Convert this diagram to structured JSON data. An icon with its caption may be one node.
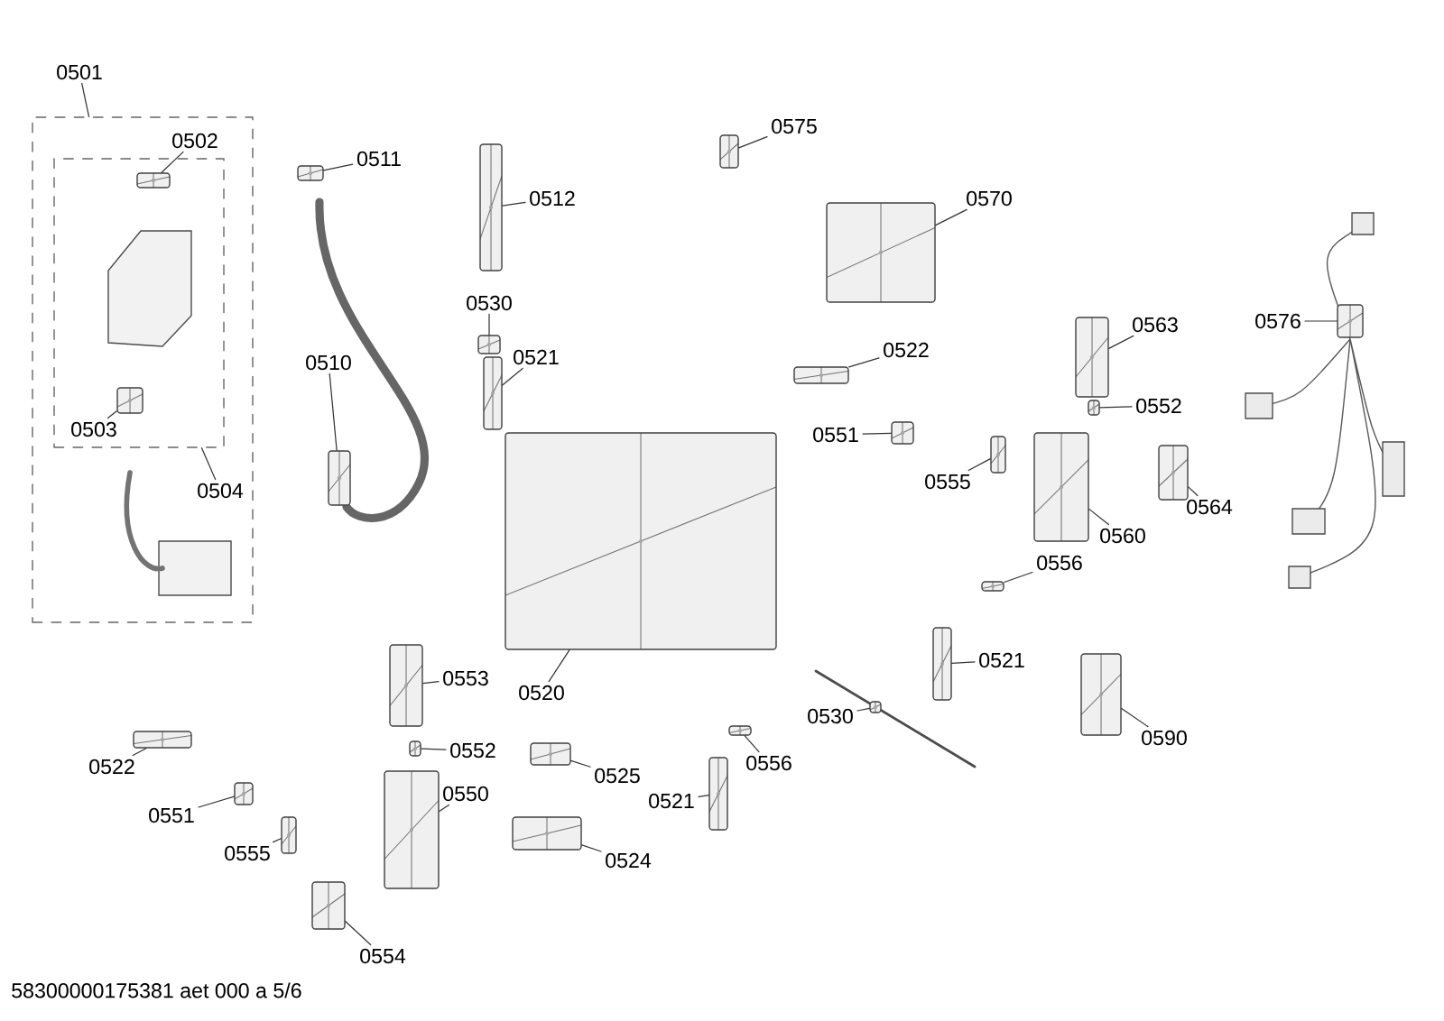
{
  "diagram": {
    "nodes": [
      {
        "text": [
          "0501"
        ]
      },
      {
        "text": [],
        "shape": "box"
      },
      {
        "text": [
          "0504"
        ],
        "in": 1
      },
      {
        "text": [],
        "shape": "box",
        "in": 1
      },
      {
        "text": [
          "0502"
        ],
        "in": 1
      },
      {
        "text": [],
        "shape": "picture",
        "in": 3
      },
      {
        "text": [
          "0503"
        ],
        "in": 3
      },
      {
        "text": [],
        "shape": "picture",
        "in": 3
      },
      {
        "text": [
          "0511"
        ]
      },
      {
        "text": [],
        "shape": "picture"
      },
      {
        "text": [
          "0510"
        ]
      },
      {
        "text": [],
        "shape": "picture"
      },
      {
        "text": [
          "0512"
        ]
      },
      {
        "text": [],
        "shape": "picture"
      },
      {
        "text": [
          "0530"
        ]
      },
      {
        "text": [],
        "shape": "picture"
      },
      {
        "text": [
          "0521"
        ]
      },
      {
        "text": [],
        "shape": "picture"
      },
      {
        "text": [
          "0575"
        ]
      },
      {
        "text": [],
        "shape": "picture"
      },
      {
        "text": [
          "0570"
        ]
      },
      {
        "text": [],
        "shape": "picture"
      },
      {
        "text": [
          "0522"
        ]
      },
      {
        "text": [],
        "shape": "picture"
      },
      {
        "text": [
          "0551"
        ]
      },
      {
        "text": [],
        "shape": "picture"
      },
      {
        "text": [
          "0555"
        ]
      },
      {
        "text": [],
        "shape": "picture"
      },
      {
        "text": [
          "0563"
        ]
      },
      {
        "text": [],
        "shape": "picture"
      },
      {
        "text": [
          "0552"
        ]
      },
      {
        "text": [],
        "shape": "picture"
      },
      {
        "text": [
          "0560"
        ]
      },
      {
        "text": [],
        "shape": "picture"
      },
      {
        "text": [
          "0564"
        ]
      },
      {
        "text": [],
        "shape": "picture"
      },
      {
        "text": [
          "0576"
        ]
      },
      {
        "text": [],
        "shape": "picture"
      },
      {
        "text": [
          "0556"
        ]
      },
      {
        "text": [],
        "shape": "picture"
      },
      {
        "text": [
          "0521"
        ]
      },
      {
        "text": [],
        "shape": "picture"
      },
      {
        "text": [
          "0590"
        ]
      },
      {
        "text": [],
        "shape": "picture"
      },
      {
        "text": [
          "0530"
        ]
      },
      {
        "text": [],
        "shape": "picture"
      },
      {
        "text": [
          "0556"
        ]
      },
      {
        "text": [],
        "shape": "picture"
      },
      {
        "text": [
          "0520"
        ]
      },
      {
        "text": [],
        "shape": "picture"
      },
      {
        "text": [
          "0525"
        ]
      },
      {
        "text": [],
        "shape": "picture"
      },
      {
        "text": [
          "0524"
        ]
      },
      {
        "text": [],
        "shape": "picture"
      },
      {
        "text": [
          "0521"
        ]
      },
      {
        "text": [],
        "shape": "picture"
      },
      {
        "text": [
          "0553"
        ]
      },
      {
        "text": [],
        "shape": "picture"
      },
      {
        "text": [
          "0552"
        ]
      },
      {
        "text": [],
        "shape": "picture"
      },
      {
        "text": [
          "0550"
        ]
      },
      {
        "text": [],
        "shape": "picture"
      },
      {
        "text": [
          "0554"
        ]
      },
      {
        "text": [],
        "shape": "picture"
      },
      {
        "text": [
          "0522"
        ]
      },
      {
        "text": [],
        "shape": "picture"
      },
      {
        "text": [
          "0551"
        ]
      },
      {
        "text": [],
        "shape": "picture"
      },
      {
        "text": [
          "0555"
        ]
      },
      {
        "text": [],
        "shape": "picture"
      }
    ],
    "edges": [
      {
        "from": 0,
        "to": 1,
        "arrow": "none"
      },
      {
        "from": 2,
        "to": 3,
        "arrow": "none"
      },
      {
        "from": 4,
        "to": 5,
        "arrow": "none"
      },
      {
        "from": 6,
        "to": 7,
        "arrow": "none"
      },
      {
        "from": 8,
        "to": 9,
        "arrow": "none"
      },
      {
        "from": 10,
        "to": 11,
        "arrow": "none"
      },
      {
        "from": 12,
        "to": 13,
        "arrow": "none"
      },
      {
        "from": 14,
        "to": 15,
        "arrow": "none"
      },
      {
        "from": 16,
        "to": 17,
        "arrow": "none"
      },
      {
        "from": 18,
        "to": 19,
        "arrow": "none"
      },
      {
        "from": 20,
        "to": 21,
        "arrow": "none"
      },
      {
        "from": 22,
        "to": 23,
        "arrow": "none"
      },
      {
        "from": 24,
        "to": 25,
        "arrow": "none"
      },
      {
        "from": 26,
        "to": 27,
        "arrow": "none"
      },
      {
        "from": 28,
        "to": 29,
        "arrow": "none"
      },
      {
        "from": 30,
        "to": 31,
        "arrow": "none"
      },
      {
        "from": 32,
        "to": 33,
        "arrow": "none"
      },
      {
        "from": 34,
        "to": 35,
        "arrow": "none"
      },
      {
        "from": 36,
        "to": 37,
        "arrow": "none"
      },
      {
        "from": 38,
        "to": 39,
        "arrow": "none"
      },
      {
        "from": 40,
        "to": 41,
        "arrow": "none"
      },
      {
        "from": 42,
        "to": 43,
        "arrow": "none"
      },
      {
        "from": 44,
        "to": 45,
        "arrow": "none"
      },
      {
        "from": 46,
        "to": 47,
        "arrow": "none"
      },
      {
        "from": 48,
        "to": 49,
        "arrow": "none"
      },
      {
        "from": 50,
        "to": 51,
        "arrow": "none"
      },
      {
        "from": 52,
        "to": 53,
        "arrow": "none"
      },
      {
        "from": 54,
        "to": 55,
        "arrow": "none"
      },
      {
        "from": 56,
        "to": 57,
        "arrow": "none"
      },
      {
        "from": 58,
        "to": 59,
        "arrow": "none"
      },
      {
        "from": 60,
        "to": 61,
        "arrow": "none"
      },
      {
        "from": 62,
        "to": 63,
        "arrow": "none"
      },
      {
        "from": 64,
        "to": 65,
        "arrow": "none"
      },
      {
        "from": 66,
        "to": 67,
        "arrow": "none"
      },
      {
        "from": 68,
        "to": 69,
        "arrow": "none"
      }
    ],
    "labels": [
      "58300000175381 aet 000 a 5/6"
    ]
  }
}
